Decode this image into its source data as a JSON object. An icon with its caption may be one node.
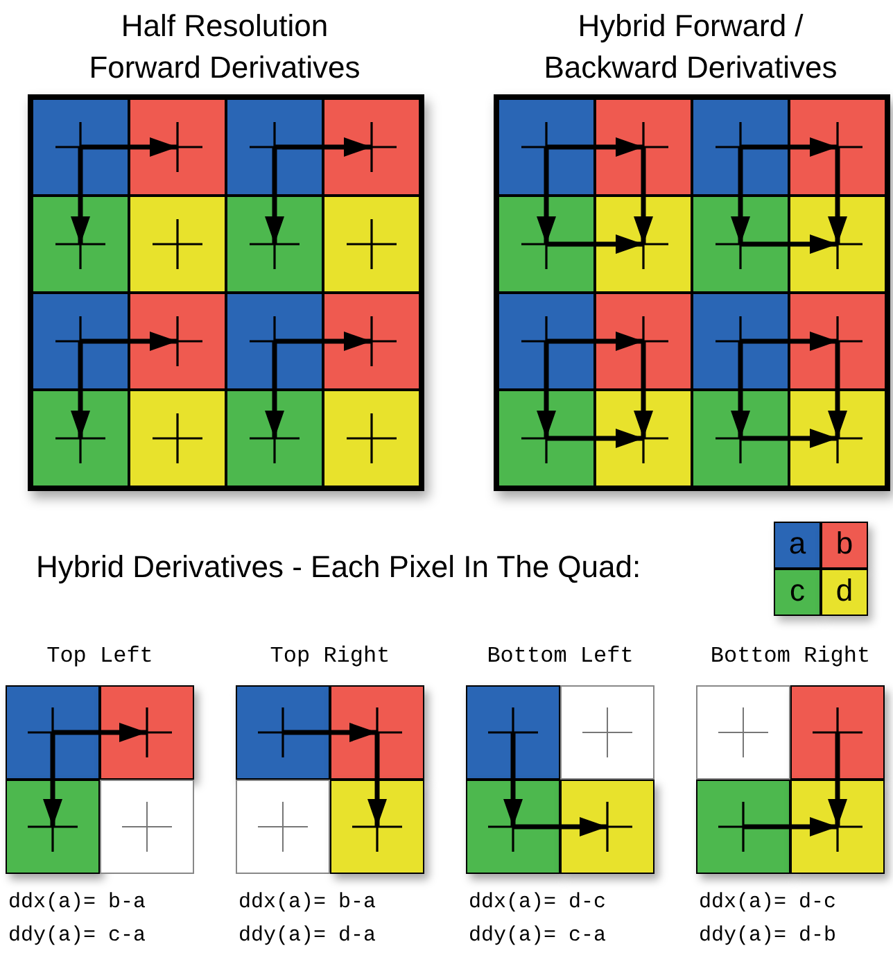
{
  "diagram": {
    "nodes": [
      {
        "text": [
          "Half Resolution Forward Derivatives"
        ]
      },
      {
        "text": [],
        "shape": "box",
        "in": 0
      },
      {
        "text": [],
        "shape": "box",
        "in": 0
      },
      {
        "text": [],
        "shape": "box",
        "in": 0
      },
      {
        "text": [],
        "shape": "box",
        "in": 0
      },
      {
        "text": [],
        "shape": "box",
        "in": 0
      },
      {
        "text": [],
        "shape": "box",
        "in": 0
      },
      {
        "text": [],
        "shape": "box",
        "in": 0
      },
      {
        "text": [],
        "shape": "box",
        "in": 0
      },
      {
        "text": [],
        "shape": "box",
        "in": 0
      },
      {
        "text": [],
        "shape": "box",
        "in": 0
      },
      {
        "text": [],
        "shape": "box",
        "in": 0
      },
      {
        "text": [],
        "shape": "box",
        "in": 0
      },
      {
        "text": [],
        "shape": "box",
        "in": 0
      },
      {
        "text": [],
        "shape": "box",
        "in": 0
      },
      {
        "text": [],
        "shape": "box",
        "in": 0
      },
      {
        "text": [],
        "shape": "box",
        "in": 0
      },
      {
        "text": [
          "Hybrid Forward / Backward Derivatives"
        ]
      },
      {
        "text": [],
        "shape": "box",
        "in": 17
      },
      {
        "text": [],
        "shape": "box",
        "in": 17
      },
      {
        "text": [],
        "shape": "box",
        "in": 17
      },
      {
        "text": [],
        "shape": "box",
        "in": 17
      },
      {
        "text": [],
        "shape": "box",
        "in": 17
      },
      {
        "text": [],
        "shape": "box",
        "in": 17
      },
      {
        "text": [],
        "shape": "box",
        "in": 17
      },
      {
        "text": [],
        "shape": "box",
        "in": 17
      },
      {
        "text": [],
        "shape": "box",
        "in": 17
      },
      {
        "text": [],
        "shape": "box",
        "in": 17
      },
      {
        "text": [],
        "shape": "box",
        "in": 17
      },
      {
        "text": [],
        "shape": "box",
        "in": 17
      },
      {
        "text": [],
        "shape": "box",
        "in": 17
      },
      {
        "text": [],
        "shape": "box",
        "in": 17
      },
      {
        "text": [],
        "shape": "box",
        "in": 17
      },
      {
        "text": [],
        "shape": "box",
        "in": 17
      },
      {
        "text": [
          "a"
        ]
      },
      {
        "text": [
          "b"
        ]
      },
      {
        "text": [
          "c"
        ]
      },
      {
        "text": [
          "d"
        ]
      },
      {
        "text": [
          "Top Left"
        ],
        "beside": [
          "ddx(a)= b-a",
          "ddy(a)= c-a"
        ]
      },
      {
        "text": [],
        "shape": "box",
        "in": 38
      },
      {
        "text": [],
        "shape": "box",
        "in": 38
      },
      {
        "text": [],
        "shape": "box",
        "in": 38
      },
      {
        "text": [],
        "shape": "box",
        "in": 38
      },
      {
        "text": [
          "Top Right"
        ],
        "beside": [
          "ddx(a)= b-a",
          "ddy(a)= d-a"
        ]
      },
      {
        "text": [],
        "shape": "box",
        "in": 43
      },
      {
        "text": [],
        "shape": "box",
        "in": 43
      },
      {
        "text": [],
        "shape": "box",
        "in": 43
      },
      {
        "text": [],
        "shape": "box",
        "in": 43
      },
      {
        "text": [
          "Bottom Left"
        ],
        "beside": [
          "ddx(a)= d-c",
          "ddy(a)= c-a"
        ]
      },
      {
        "text": [],
        "shape": "box",
        "in": 48
      },
      {
        "text": [],
        "shape": "box",
        "in": 48
      },
      {
        "text": [],
        "shape": "box",
        "in": 48
      },
      {
        "text": [],
        "shape": "box",
        "in": 48
      },
      {
        "text": [
          "Bottom Right"
        ],
        "beside": [
          "ddx(a)= d-c",
          "ddy(a)= d-b"
        ]
      },
      {
        "text": [],
        "shape": "box",
        "in": 53
      },
      {
        "text": [],
        "shape": "box",
        "in": 53
      },
      {
        "text": [],
        "shape": "box",
        "in": 53
      },
      {
        "text": [],
        "shape": "box",
        "in": 53
      }
    ],
    "edges": [
      {
        "from": 1,
        "to": 2,
        "arrow": "to"
      },
      {
        "from": 1,
        "to": 5,
        "arrow": "to"
      },
      {
        "from": 3,
        "to": 4,
        "arrow": "to"
      },
      {
        "from": 3,
        "to": 7,
        "arrow": "to"
      },
      {
        "from": 9,
        "to": 10,
        "arrow": "to"
      },
      {
        "from": 9,
        "to": 13,
        "arrow": "to"
      },
      {
        "from": 11,
        "to": 12,
        "arrow": "to"
      },
      {
        "from": 11,
        "to": 15,
        "arrow": "to"
      },
      {
        "from": 18,
        "to": 19,
        "arrow": "to"
      },
      {
        "from": 18,
        "to": 22,
        "arrow": "to"
      },
      {
        "from": 19,
        "to": 23,
        "arrow": "to"
      },
      {
        "from": 22,
        "to": 23,
        "arrow": "to"
      },
      {
        "from": 20,
        "to": 21,
        "arrow": "to"
      },
      {
        "from": 20,
        "to": 24,
        "arrow": "to"
      },
      {
        "from": 21,
        "to": 25,
        "arrow": "to"
      },
      {
        "from": 24,
        "to": 25,
        "arrow": "to"
      },
      {
        "from": 26,
        "to": 27,
        "arrow": "to"
      },
      {
        "from": 26,
        "to": 30,
        "arrow": "to"
      },
      {
        "from": 27,
        "to": 31,
        "arrow": "to"
      },
      {
        "from": 30,
        "to": 31,
        "arrow": "to"
      },
      {
        "from": 28,
        "to": 29,
        "arrow": "to"
      },
      {
        "from": 28,
        "to": 32,
        "arrow": "to"
      },
      {
        "from": 29,
        "to": 33,
        "arrow": "to"
      },
      {
        "from": 32,
        "to": 33,
        "arrow": "to"
      },
      {
        "from": 39,
        "to": 40,
        "arrow": "to"
      },
      {
        "from": 39,
        "to": 41,
        "arrow": "to"
      },
      {
        "from": 44,
        "to": 45,
        "arrow": "to"
      },
      {
        "from": 45,
        "to": 47,
        "arrow": "to"
      },
      {
        "from": 49,
        "to": 51,
        "arrow": "to"
      },
      {
        "from": 51,
        "to": 52,
        "arrow": "to"
      },
      {
        "from": 55,
        "to": 57,
        "arrow": "to"
      },
      {
        "from": 56,
        "to": 57,
        "arrow": "to"
      }
    ],
    "labels": [
      "Hybrid Derivatives - Each Pixel In The Quad:"
    ]
  }
}
